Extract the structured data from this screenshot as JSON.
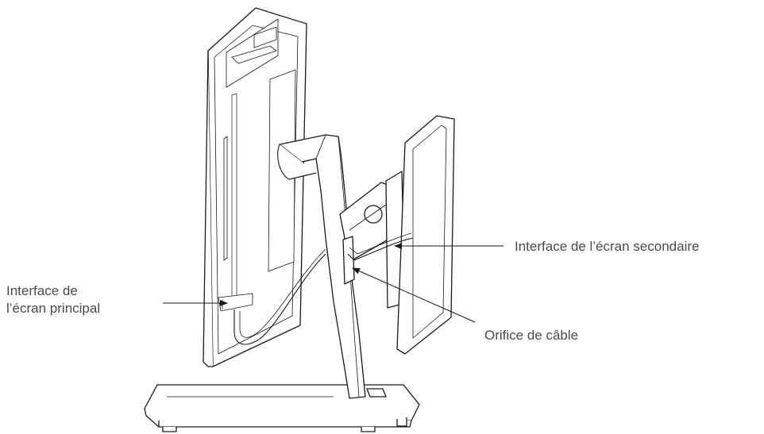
{
  "labels": {
    "main_interface_line1": "Interface de",
    "main_interface_line2": "l’écran principal",
    "secondary_interface": "Interface de l’écran secondaire",
    "cable_hole": "Orifice de câble"
  },
  "colors": {
    "line": "#1a1a1a",
    "text": "#4a4a4a",
    "background": "#ffffff"
  }
}
